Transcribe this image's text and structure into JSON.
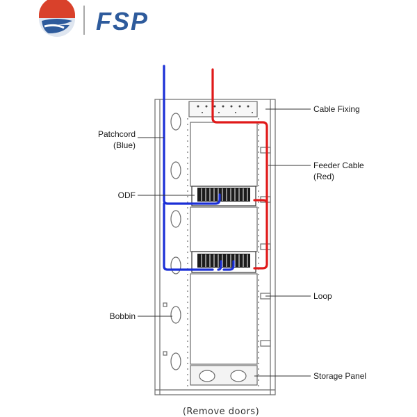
{
  "brand": {
    "name": "FSP"
  },
  "labels": {
    "patchcord": [
      "Patchcord",
      "(Blue)"
    ],
    "odf": "ODF",
    "bobbin": "Bobbin",
    "cable_fixing": "Cable Fixing",
    "feeder_cable": [
      "Feeder Cable",
      "(Red)"
    ],
    "loop": "Loop",
    "storage_panel": "Storage Panel"
  },
  "caption": "(Remove doors)",
  "colors": {
    "patchcord": "#1a2fd6",
    "feeder": "#e01919",
    "frame": "#6b6b6b",
    "logo_red": "#d9412b",
    "logo_blue": "#2e5b9c"
  }
}
